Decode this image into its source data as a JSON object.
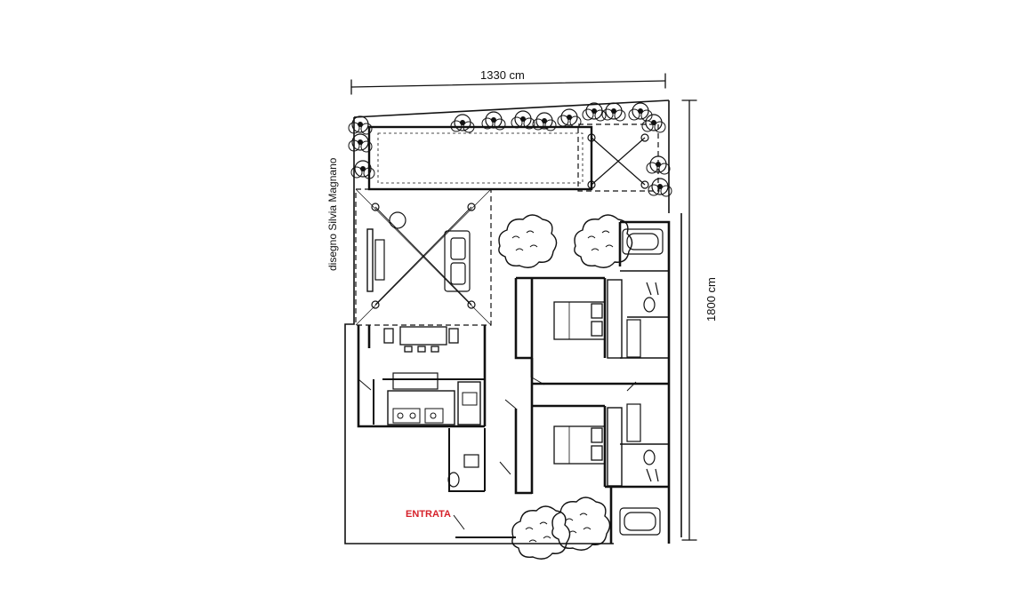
{
  "dimensions": {
    "width_label": "1330 cm",
    "height_label": "1800 cm"
  },
  "credit": "disegno Silvia Magnano",
  "entrance_label": "ENTRATA",
  "colors": {
    "line": "#111111",
    "entrance": "#d6212a",
    "background": "#ffffff"
  }
}
